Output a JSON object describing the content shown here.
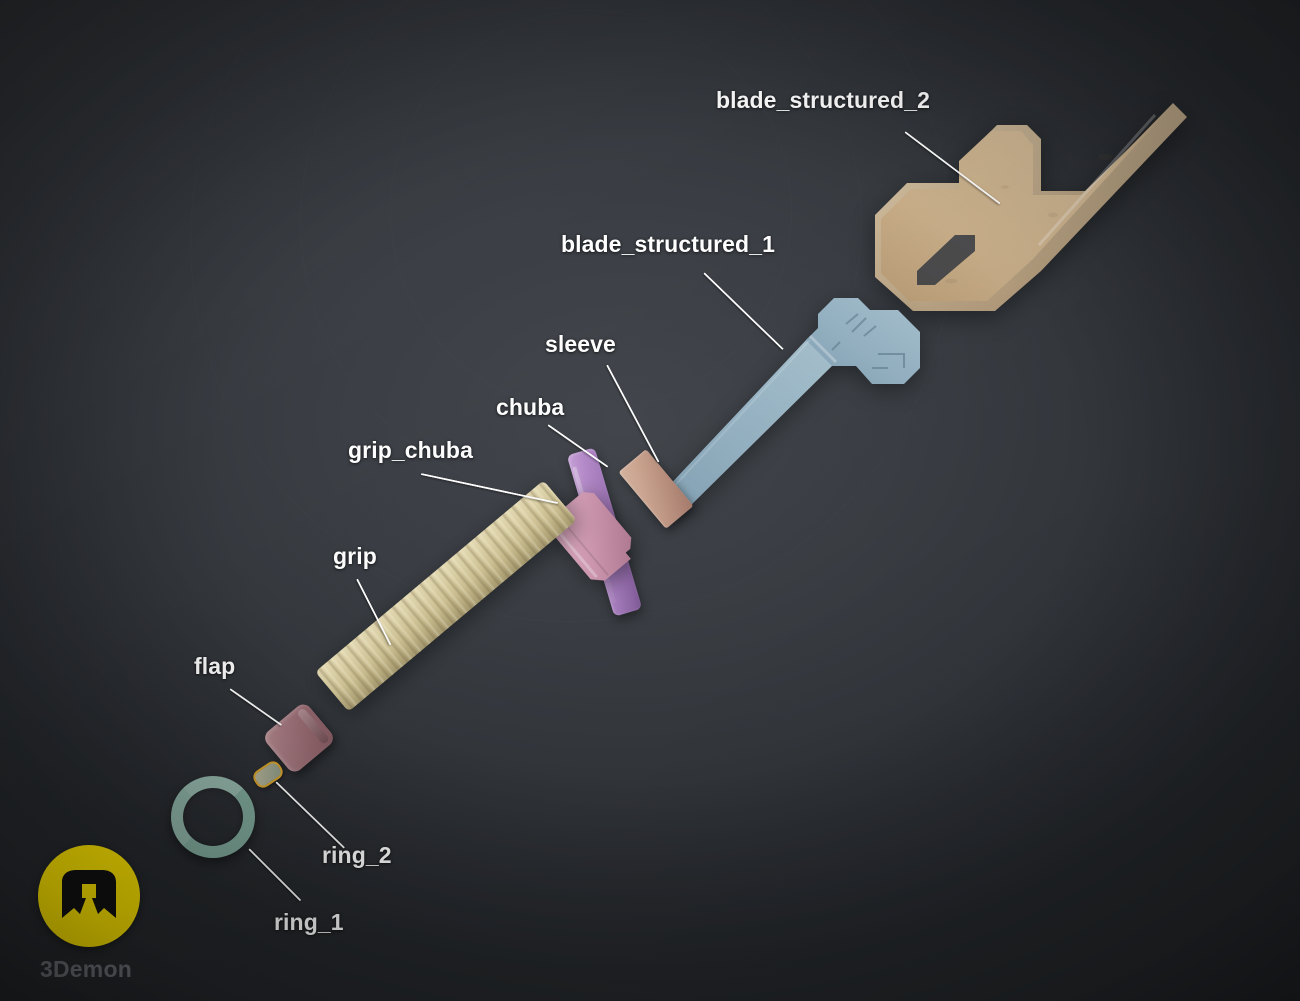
{
  "scene": {
    "title": "Exploded parts diagram",
    "background_color": "#3b3f45",
    "label_color": "#ffffff",
    "leader_color": "#ffffff"
  },
  "labels": [
    {
      "id": "blade_structured_2",
      "text": "blade_structured_2",
      "font_size": 23
    },
    {
      "id": "blade_structured_1",
      "text": "blade_structured_1",
      "font_size": 23
    },
    {
      "id": "sleeve",
      "text": "sleeve",
      "font_size": 23
    },
    {
      "id": "chuba",
      "text": "chuba",
      "font_size": 23
    },
    {
      "id": "grip_chuba",
      "text": "grip_chuba",
      "font_size": 23
    },
    {
      "id": "grip",
      "text": "grip",
      "font_size": 23
    },
    {
      "id": "flap",
      "text": "flap",
      "font_size": 23
    },
    {
      "id": "ring_2",
      "text": "ring_2",
      "font_size": 23
    },
    {
      "id": "ring_1",
      "text": "ring_1",
      "font_size": 23
    }
  ],
  "parts": [
    {
      "id": "blade_structured_2",
      "name": "blade_structured_2",
      "color": "#cbb18c"
    },
    {
      "id": "blade_structured_1",
      "name": "blade_structured_1",
      "color": "#96b3c4"
    },
    {
      "id": "sleeve",
      "name": "sleeve",
      "color": "#cba894"
    },
    {
      "id": "chuba",
      "name": "chuba",
      "color": "#a87ec0"
    },
    {
      "id": "grip_chuba",
      "name": "grip_chuba",
      "color": "#d29bb4"
    },
    {
      "id": "grip",
      "name": "grip",
      "color": "#d8cda4"
    },
    {
      "id": "flap",
      "name": "flap",
      "color": "#a87b83"
    },
    {
      "id": "ring_2",
      "name": "ring_2",
      "color": "#d9a52c"
    },
    {
      "id": "ring_1",
      "name": "ring_1",
      "color": "#7fa89a"
    }
  ],
  "brand": {
    "name": "3Demon",
    "badge_color": "#f5dd00",
    "glyph_color": "#111111",
    "name_color": "#6c7076"
  }
}
